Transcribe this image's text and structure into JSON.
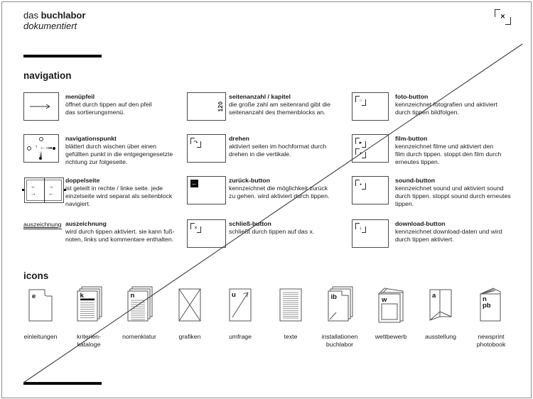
{
  "header": {
    "brand_prefix": "das ",
    "brand_bold": "buchlabor",
    "subtitle": "dokumentiert",
    "close_glyph": "×"
  },
  "sections": {
    "navigation": "navigation",
    "icons": "icons"
  },
  "nav": {
    "items": [
      {
        "title": "menüpfeil",
        "desc": "öffnet durch tippen auf den pfeil\ndas sortierungsmenü."
      },
      {
        "title": "navigationspunkt",
        "desc": "blättert durch wischen über einen\ngefüllten punkt in die entgegengesetzte\nrichtung zur folgeseite.",
        "arrow_up": "↑",
        "arrow_left": "←"
      },
      {
        "title": "doppelseite",
        "desc": "ist geteilt in rechte / linke seite. jede\neinzelseite wird separat als seitenblock\nnavigiert.",
        "lt": "←",
        "lb": "→",
        "rt": "→",
        "rb": "←"
      },
      {
        "title": "auszeichnung",
        "word": "auszeichnung",
        "desc": "wird durch tippen aktiviert. sie kann fuß-\nnoten, links und kommentare enthalten."
      },
      {
        "title": "seitenanzahl / kapitel",
        "page_count": "120",
        "desc": "die große zahl am seitenrand gibt die\nseitenanzahl des themenblocks an."
      },
      {
        "title": "drehen",
        "glyph": "↷",
        "desc": "aktiviert seiten im hochformat durch\ndrehen in die vertikale."
      },
      {
        "title": "zurück-button",
        "glyph": "←",
        "desc": "kennzeichnet die möglichkeit zurück\nzu gehen. wird aktiviert durch tippen."
      },
      {
        "title": "schließ-button",
        "glyph": "×",
        "desc": "schließt durch tippen auf das x."
      },
      {
        "title": "foto-button",
        "glyph": "○",
        "desc": "kennzeichnet fotografien und aktiviert\ndurch tippen bildfolgen."
      },
      {
        "title": "film-button",
        "glyph": "▸",
        "glyph2": "▪",
        "desc": "kennzeichnet filme und aktiviert den\nfilm durch tippen. stoppt den film durch\nerneutes tippen."
      },
      {
        "title": "sound-button",
        "glyph": "▪",
        "desc": "kennzeichnet sound und aktiviert sound\ndurch tippen. stoppt sound durch erneutes\ntippen."
      },
      {
        "title": "download-button",
        "glyph": "↓",
        "desc": "kennzeichnet download-daten und wird\ndurch tippen aktiviert."
      }
    ]
  },
  "icons": {
    "items": [
      {
        "letter": "e",
        "letter2": "",
        "label": "einleitungen"
      },
      {
        "letter": "k",
        "letter2": "",
        "label": "kriterien-\nkataloge"
      },
      {
        "letter": "n",
        "letter2": "",
        "label": "nomenklatur"
      },
      {
        "letter": "",
        "letter2": "",
        "label": "grafiken"
      },
      {
        "letter": "u",
        "letter2": "",
        "label": "umfrage"
      },
      {
        "letter": "",
        "letter2": "",
        "label": "texte"
      },
      {
        "letter": "ib",
        "letter2": "",
        "label": "installationen\nbuchlabor"
      },
      {
        "letter": "w",
        "letter2": "",
        "label": "wettbewerb"
      },
      {
        "letter": "a",
        "letter2": "",
        "label": "ausstellung"
      },
      {
        "letter": "n",
        "letter2": "pb",
        "label": "newsprint\nphotobook"
      }
    ]
  },
  "colors": {
    "ink": "#1a1a1a",
    "box_border": "#4a4a4a",
    "frame": "#8f8f8f"
  }
}
